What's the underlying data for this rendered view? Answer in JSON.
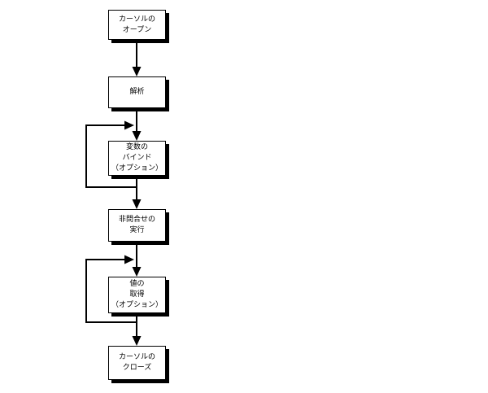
{
  "colors": {
    "line": "#000000",
    "background": "#ffffff",
    "node_fill": "#ffffff",
    "node_shadow": "#000000"
  },
  "diagram": {
    "type": "flowchart",
    "nodes": [
      {
        "id": "open-cursor",
        "label": "カーソルの\nオープン"
      },
      {
        "id": "parse",
        "label": "解析"
      },
      {
        "id": "bind-variables",
        "label": "変数の\nバインド\n（オプション）"
      },
      {
        "id": "execute-non-query",
        "label": "非問合せの\n実行"
      },
      {
        "id": "fetch-values",
        "label": "値の\n取得\n（オプション）"
      },
      {
        "id": "close-cursor",
        "label": "カーソルの\nクローズ"
      }
    ],
    "edges": [
      {
        "from": "open-cursor",
        "to": "parse",
        "kind": "forward"
      },
      {
        "from": "parse",
        "to": "bind-variables",
        "kind": "forward"
      },
      {
        "from": "bind-variables",
        "to": "bind-variables",
        "kind": "loop-back"
      },
      {
        "from": "bind-variables",
        "to": "execute-non-query",
        "kind": "forward"
      },
      {
        "from": "execute-non-query",
        "to": "fetch-values",
        "kind": "forward"
      },
      {
        "from": "fetch-values",
        "to": "fetch-values",
        "kind": "loop-back"
      },
      {
        "from": "fetch-values",
        "to": "close-cursor",
        "kind": "forward"
      }
    ]
  }
}
